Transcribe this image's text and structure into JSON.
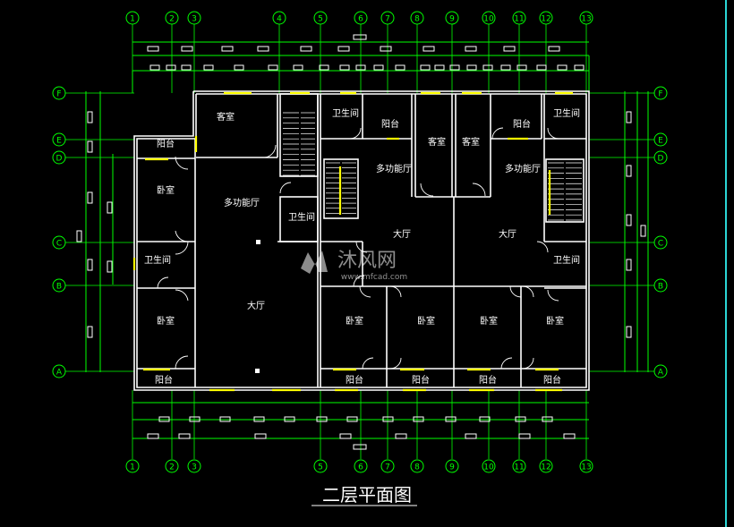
{
  "drawing": {
    "title": "二层平面图",
    "watermark": {
      "text": "沐风网",
      "url": "www.mfcad.com"
    },
    "colors": {
      "background": "#000000",
      "wall": "#ffffff",
      "dimension": "#00ff00",
      "window": "#ffff00",
      "frame": "#2bd6d6"
    }
  },
  "axes": {
    "columns_top": [
      "1",
      "2",
      "3",
      "4",
      "5",
      "6",
      "7",
      "8",
      "9",
      "10",
      "11",
      "12",
      "13"
    ],
    "columns_bottom": [
      "1",
      "2",
      "3",
      "5",
      "6",
      "7",
      "8",
      "9",
      "10",
      "11",
      "12",
      "13"
    ],
    "rows": [
      "F",
      "E",
      "D",
      "C",
      "B",
      "A"
    ]
  },
  "rooms": [
    {
      "id": "r1",
      "label": "客室"
    },
    {
      "id": "r2",
      "label": "阳台"
    },
    {
      "id": "r3",
      "label": "卧室"
    },
    {
      "id": "r4",
      "label": "多功能厅"
    },
    {
      "id": "r5",
      "label": "卫生间"
    },
    {
      "id": "r6",
      "label": "卫生间"
    },
    {
      "id": "r7",
      "label": "卧室"
    },
    {
      "id": "r8",
      "label": "大厅"
    },
    {
      "id": "r9",
      "label": "阳台"
    },
    {
      "id": "r10",
      "label": "卫生间"
    },
    {
      "id": "r11",
      "label": "阳台"
    },
    {
      "id": "r12",
      "label": "多功能厅"
    },
    {
      "id": "r13",
      "label": "客室"
    },
    {
      "id": "r14",
      "label": "客室"
    },
    {
      "id": "r15",
      "label": "大厅"
    },
    {
      "id": "r16",
      "label": "卧室"
    },
    {
      "id": "r17",
      "label": "阳台"
    },
    {
      "id": "r18",
      "label": "卧室"
    },
    {
      "id": "r19",
      "label": "阳台"
    },
    {
      "id": "r20",
      "label": "阳台"
    },
    {
      "id": "r21",
      "label": "多功能厅"
    },
    {
      "id": "r22",
      "label": "大厅"
    },
    {
      "id": "r23",
      "label": "卧室"
    },
    {
      "id": "r24",
      "label": "阳台"
    },
    {
      "id": "r25",
      "label": "卫生间"
    },
    {
      "id": "r26",
      "label": "卫生间"
    },
    {
      "id": "r27",
      "label": "卧室"
    },
    {
      "id": "r28",
      "label": "阳台"
    }
  ]
}
